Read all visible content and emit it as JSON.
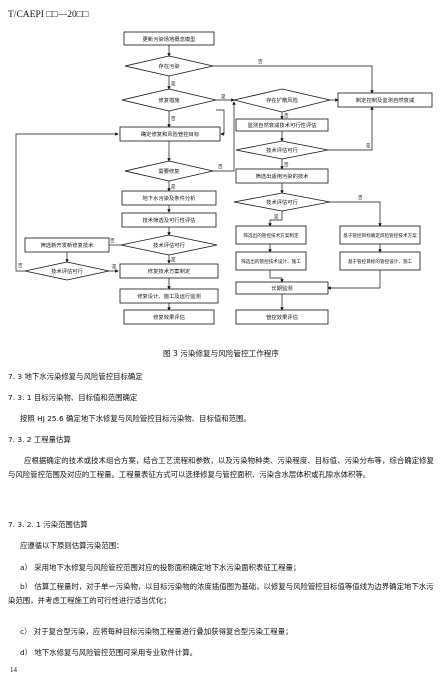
{
  "header": "T/CAEPI □□—20□□",
  "flow": {
    "boxes": {
      "start": "更新污染场地概念模型",
      "goals": "确定修复和风险管控目标",
      "scope": "地下水污染及条件分析",
      "tech_eval": "技术筛选及可行性评估",
      "alt_screen": "筛选新开发新修复技术",
      "design_plan": "修复技术方案制定",
      "implement": "修复设计、施工及运行监测",
      "effect_eval": "修复效果评估",
      "ctrl_plan": "制定控制及监测自然衰减",
      "mna_eval": "监测自然衰减技术可行性评估",
      "pick_tech": "筛选出适用污染的技术",
      "ctrl_a": "筛选出的管控技术方案制定",
      "ctrl_b": "基于管控目标确定风险管控技术方案",
      "ctrl_c": "筛选出的管控技术设计、施工",
      "ctrl_d": "基于管控目标的管控设计、施工",
      "long_monitor": "长期监测",
      "ctrl_eval": "管控效果评估"
    },
    "diamonds": {
      "polluted": "存在污染",
      "ok_repair": "修复措施",
      "need_repair": "需要修复",
      "feasible": "技术评估可行",
      "feasible_left": "技术评估可行",
      "spread": "存在扩散风险",
      "mna_ok": "技术评估可行",
      "ctrl_ok": "技术评估可行"
    },
    "yes": "是",
    "no": "否"
  },
  "caption": "图 3  污染修复与风险管控工作程序",
  "sections": {
    "s73": "7. 3  地下水污染修复与风险管控目标确定",
    "s731": "7. 3. 1  目标污染物、目标值和范围确定",
    "p731": "按照 HJ 25.6 确定地下水修复与风险管控目标污染物、目标值和范围。",
    "s732": "7. 3. 2  工程量估算",
    "p732": "应根据确定的技术或技术组合方案，结合工艺流程和参数，以及污染物种类、污染程度、目标值、污染分布等，综合确定修复与风险管控范围及对应的工程量。工程量表征方式可以选择修复与管控面积、污染含水层体积或孔隙水体积等。",
    "s7321": "7. 3. 2. 1  污染范围估算",
    "p7321": "应遵循以下原则估算污染范围：",
    "a": "a）  采用地下水修复与风险管控范围对应的投影面积确定地下水污染面积表征工程量；",
    "b": "b）  估算工程量时，对于单一污染物，以目标污染物的浓度插值图为基础，以修复与风险管控目标值等值线为边界确定地下水污染范围，并考虑工程施工的可行性进行适当优化；",
    "c": "c）  对于复合型污染，应将每种目标污染物工程量进行叠加获得复合型污染工程量；",
    "d": "d）  地下水修复与风险管控范围可采用专业软件计算。"
  },
  "page_number": "14"
}
